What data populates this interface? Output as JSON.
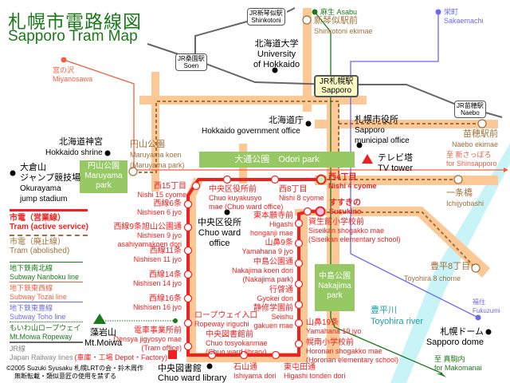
{
  "title": {
    "ja": "札幌市電路線図",
    "en": "Sapporo Tram Map"
  },
  "colors": {
    "tram": "#f02020",
    "abolished": "#a0703a",
    "nanboku": "#1a7a1a",
    "tozai": "#f06040",
    "toho": "#6a6af0",
    "jr": "#666666",
    "road": "#fbc896",
    "park": "#96c864",
    "river": "#c8f4f8"
  },
  "stations": {
    "nishi15": {
      "ja": "西15丁目",
      "en": "Nishi 15 cyome"
    },
    "chuo_kuyakusyo": {
      "ja": "中央区役所前",
      "en": "Chuo kuyakusyo",
      "en2": "mae (Chuo ward office)"
    },
    "nishi8": {
      "ja": "西8丁目",
      "en": "Nishi 8 cyome"
    },
    "nishi4": {
      "ja": "西4丁目",
      "en": "Nishi 4 cyome"
    },
    "nishisen6": {
      "ja": "西線6条",
      "en": "Nishisen 6 jyo"
    },
    "nishisen9": {
      "ja": "西線9条旭山公園通",
      "en": "Nishisen 9 jyo",
      "en2": "asahiyamakoen dori"
    },
    "nishisen11": {
      "ja": "西線11条",
      "en": "Nishisen 11 jyo"
    },
    "nishisen14": {
      "ja": "西線14条",
      "en": "Nishisen 14 jyo"
    },
    "nishisen16": {
      "ja": "西線16条",
      "en": "Nishisen 16 jyo"
    },
    "ropeway": {
      "ja": "ロープウェイ入口",
      "en": "Ropeway iriguchi"
    },
    "densya": {
      "ja": "電車事業所前",
      "en": "Densya jigyosyo mae",
      "en2": "(Tram office)"
    },
    "depot": {
      "ja": "(車庫・工場 Depot・Factory)"
    },
    "chuo_tosyokan": {
      "ja": "中央図書館前",
      "en": "Chuo tosyokanmae",
      "en2": "(Chuo ward library)"
    },
    "ishiyama": {
      "ja": "石山通",
      "en": "Ishiyama dori"
    },
    "higashitonden": {
      "ja": "東屯田通",
      "en": "Higashi tonden dori"
    },
    "horonan": {
      "ja": "幌南小学校前",
      "en": "Horonan shogakko mae",
      "en2": "(Horonan elementary school)"
    },
    "yamahana19": {
      "ja": "山鼻19条",
      "en": "Yamahana 19 jyo"
    },
    "seishu": {
      "ja": "静修学園前",
      "en": "Seishu",
      "en2": "gakuen mae"
    },
    "gyokei": {
      "ja": "行啓通",
      "en": "Gyokei dori"
    },
    "nakajima": {
      "ja": "中島公園通",
      "en": "Nakajima koen dori",
      "en2": "(Nakajima park)"
    },
    "yamahana9": {
      "ja": "山鼻9条",
      "en": "Yamahana 9 jyo"
    },
    "higashi_honganji": {
      "ja": "東本願寺前",
      "en": "Higashi",
      "en2": "honganji mae"
    },
    "siseikan": {
      "ja": "資生館小学校前",
      "en": "Siseikan shogakko mae",
      "en2": "(Siseikan elementary school)"
    },
    "susukino": {
      "ja": "すすきの",
      "en": "Susukino"
    }
  },
  "abolished_stations": {
    "shinkotoni_ekimae": {
      "ja": "新琴似駅前",
      "en": "Shinkotoni ekimae"
    },
    "maruyama": {
      "ja": "円山公園",
      "en": "Maruyama koen",
      "en2": "(Maruyama park)"
    },
    "naebo_ekimae": {
      "ja": "苗穂駅前",
      "en": "Naebo ekimae"
    },
    "ichijyobashi": {
      "ja": "一条橋",
      "en": "Ichijyobashi"
    },
    "toyohira8": {
      "ja": "豊平8丁目",
      "en": "Toyohira 8 chome"
    }
  },
  "jr": {
    "sapporo": {
      "ja": "JR札幌駅",
      "en": "Sapporo"
    },
    "soen": {
      "ja": "JR桑園駅",
      "en": "Soen"
    },
    "shinkotoni": {
      "ja": "JR新琴似駅",
      "en": "Shinkotoni"
    },
    "naebo": {
      "ja": "JR苗穂駅",
      "en": "Naebo"
    }
  },
  "subway": {
    "asabu": {
      "ja": "麻生",
      "en": "Asabu"
    },
    "sakaemachi": {
      "ja": "栄町",
      "en": "Sakaemachi"
    },
    "miyanosawa": {
      "ja": "宮の沢",
      "en": "Miyanosawa"
    },
    "fukuzumi": {
      "ja": "福住",
      "en": "Fukuzumi"
    },
    "shinsapporo": {
      "ja": "至 新さっぽろ",
      "en": "for Shinsapporo"
    },
    "makomanai": {
      "ja": "至 真駒内",
      "en": "for Makomanai"
    }
  },
  "landmarks": {
    "university": {
      "ja": "北海道大学",
      "en": "University",
      "en2": "of Hokkaido"
    },
    "gov_office": {
      "ja": "北海道庁",
      "en": "Hokkaido government office"
    },
    "city_office": {
      "ja": "札幌市役所",
      "en": "Sapporo",
      "en2": "municipal office"
    },
    "tv_tower": {
      "ja": "テレビ塔",
      "en": "TV tower"
    },
    "shrine": {
      "ja": "北海道神宮",
      "en": "Hokkaido shrine"
    },
    "okurayama": {
      "ja": "大倉山",
      "ja2": "ジャンプ競技場",
      "en": "Okurayama",
      "en2": "jump stadium"
    },
    "chuo_ward_office": {
      "ja": "中央区役所",
      "en": "Chuo ward",
      "en2": "office"
    },
    "chuo_library": {
      "ja": "中央図書館",
      "en": "Chuo ward library"
    },
    "moiwa": {
      "ja": "藻岩山",
      "en": "Mt.Moiwa"
    },
    "dome": {
      "ja": "札幌ドーム",
      "en": "Sapporo dome"
    },
    "river": {
      "ja": "豊平川",
      "en": "Toyohira river"
    }
  },
  "parks": {
    "odori": {
      "ja": "大通公園",
      "en": "Odori park"
    },
    "maruyama": {
      "ja": "円山公園",
      "en": "Maruyama",
      "en2": "park"
    },
    "nakajima": {
      "ja": "中島公園",
      "en": "Nakajima",
      "en2": "park"
    }
  },
  "legend": [
    {
      "ja": "市電（営業線）",
      "en": "Tram (active service)"
    },
    {
      "ja": "市電（廃止線）",
      "en": "Tram (abolished)"
    },
    {
      "ja": "地下鉄南北線",
      "en": "Subway Nanboku line"
    },
    {
      "ja": "地下鉄東西線",
      "en": "Subway Tozai line"
    },
    {
      "ja": "地下鉄東豊線",
      "en": "Subway Toho line"
    },
    {
      "ja": "もいわ山ロープウェイ",
      "en": "Mt.Moiwa Ropeway"
    },
    {
      "ja": "JR線",
      "en": "Japan Railway lines"
    }
  ],
  "copyright": {
    "line1": "©2005 Suzuki Syusaku 札幌LRTの会・鈴木周作",
    "line2": "無断転載・類似意匠の使用を禁ずる"
  }
}
